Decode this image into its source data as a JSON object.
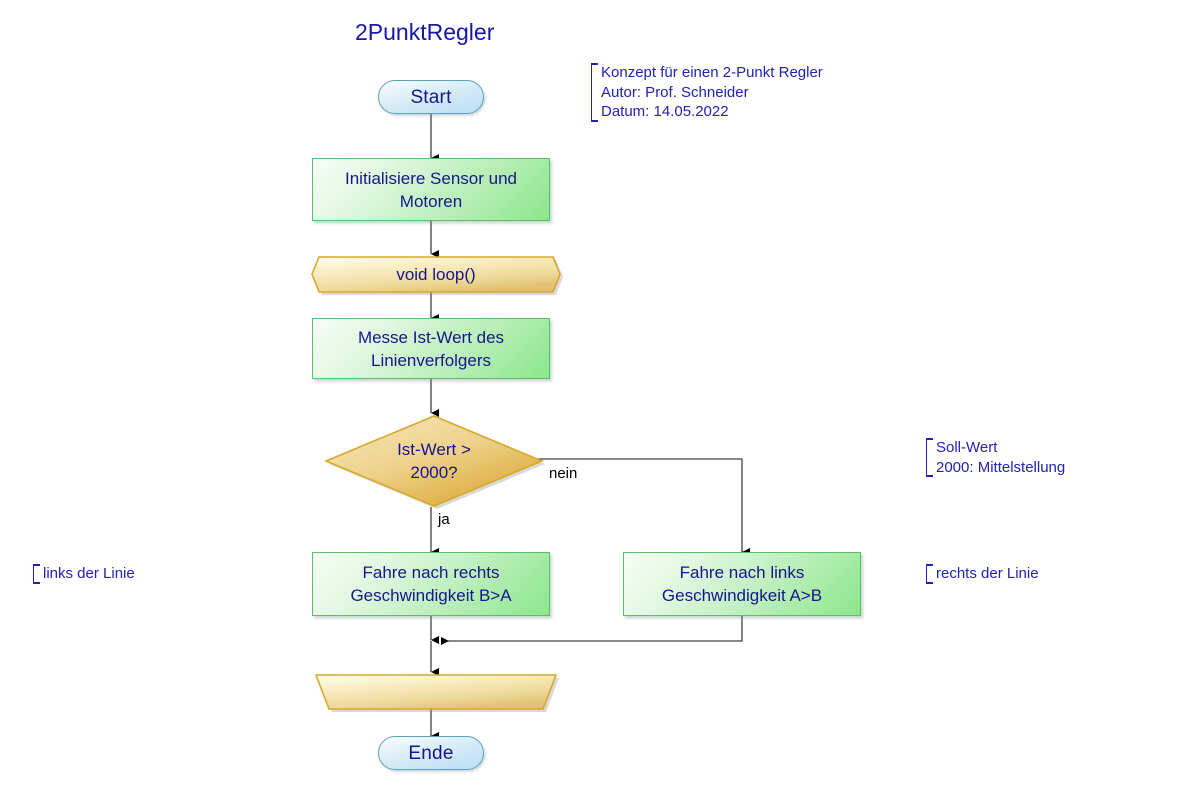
{
  "diagram": {
    "title": "2PunktRegler",
    "background_color": "#ffffff",
    "text_color": "#16168c",
    "note_color": "#2222b4",
    "green_fill": "#8ce78c",
    "orange_fill": "#e0a81e",
    "blue_fill": "#bcdff2"
  },
  "notes": {
    "header": "Konzept für einen 2-Punkt Regler\nAutor: Prof. Schneider\nDatum: 14.05.2022",
    "soll_wert": "Soll-Wert\n2000: Mittelstellung",
    "links": "links der Linie",
    "rechts": "rechts der Linie"
  },
  "nodes": {
    "start": "Start",
    "init": "Initialisiere Sensor und\nMotoren",
    "loop_begin": "void loop()",
    "measure": "Messe Ist-Wert des\nLinienverfolgers",
    "decision": "Ist-Wert >\n2000?",
    "action_right": "Fahre nach rechts\nGeschwindigkeit B>A",
    "action_left": "Fahre nach links\nGeschwindigkeit A>B",
    "loop_end": "",
    "end": "Ende"
  },
  "edges": {
    "ja": "ja",
    "nein": "nein"
  }
}
